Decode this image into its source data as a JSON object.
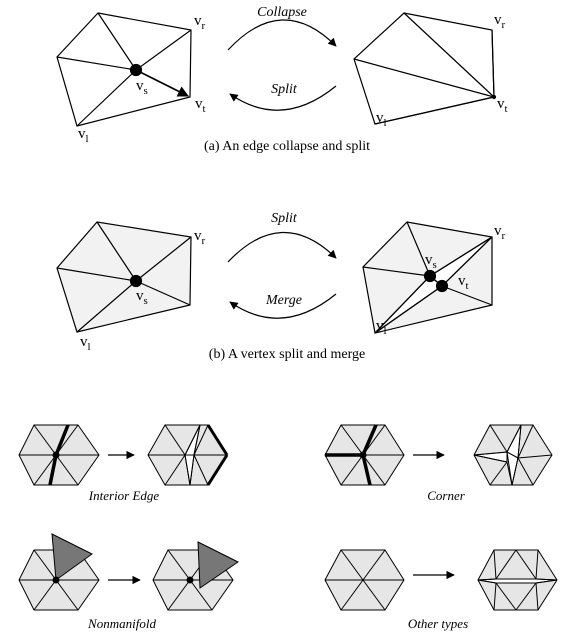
{
  "panel_a": {
    "caption": "(a) An edge collapse and split",
    "collapse_label": "Collapse",
    "split_label": "Split",
    "v": "v",
    "sub_r": "r",
    "sub_s": "s",
    "sub_t": "t",
    "sub_l": "l"
  },
  "panel_b": {
    "caption": "(b) A vertex split and merge",
    "split_label": "Split",
    "merge_label": "Merge",
    "v": "v",
    "sub_r": "r",
    "sub_s": "s",
    "sub_t": "t",
    "sub_l": "l"
  },
  "types": {
    "interior_edge": "Interior Edge",
    "corner": "Corner",
    "nonmanifold": "Nonmanifold",
    "other": "Other types"
  },
  "colors": {
    "line": "#000000",
    "face_fill": "#e6e6e6",
    "face_fill_light": "#f2f2f2",
    "flap_fill": "#777777"
  }
}
